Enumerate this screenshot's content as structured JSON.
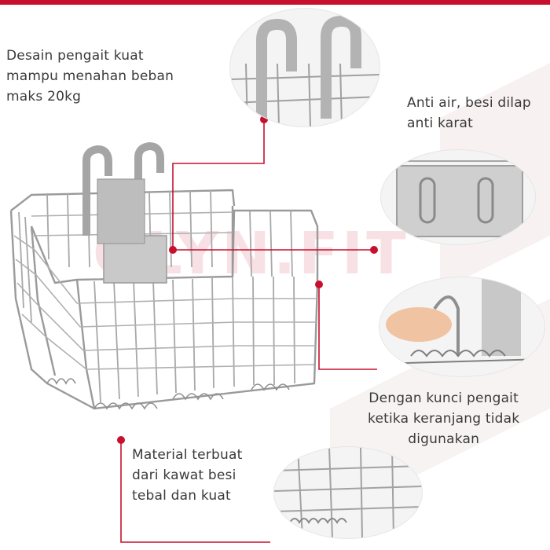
{
  "accent_color": "#c8102e",
  "callouts": {
    "hook": [
      "Desain pengait kuat",
      "mampu menahan beban",
      "maks 20kg"
    ],
    "rust": [
      "Anti air, besi dilap",
      "anti karat"
    ],
    "lock": [
      "Dengan kunci pengait",
      "ketika keranjang tidak",
      "digunakan"
    ],
    "wire": [
      "Material terbuat",
      "dari kawat besi",
      "tebal dan kuat"
    ]
  },
  "watermark": "OLYN.FIT"
}
